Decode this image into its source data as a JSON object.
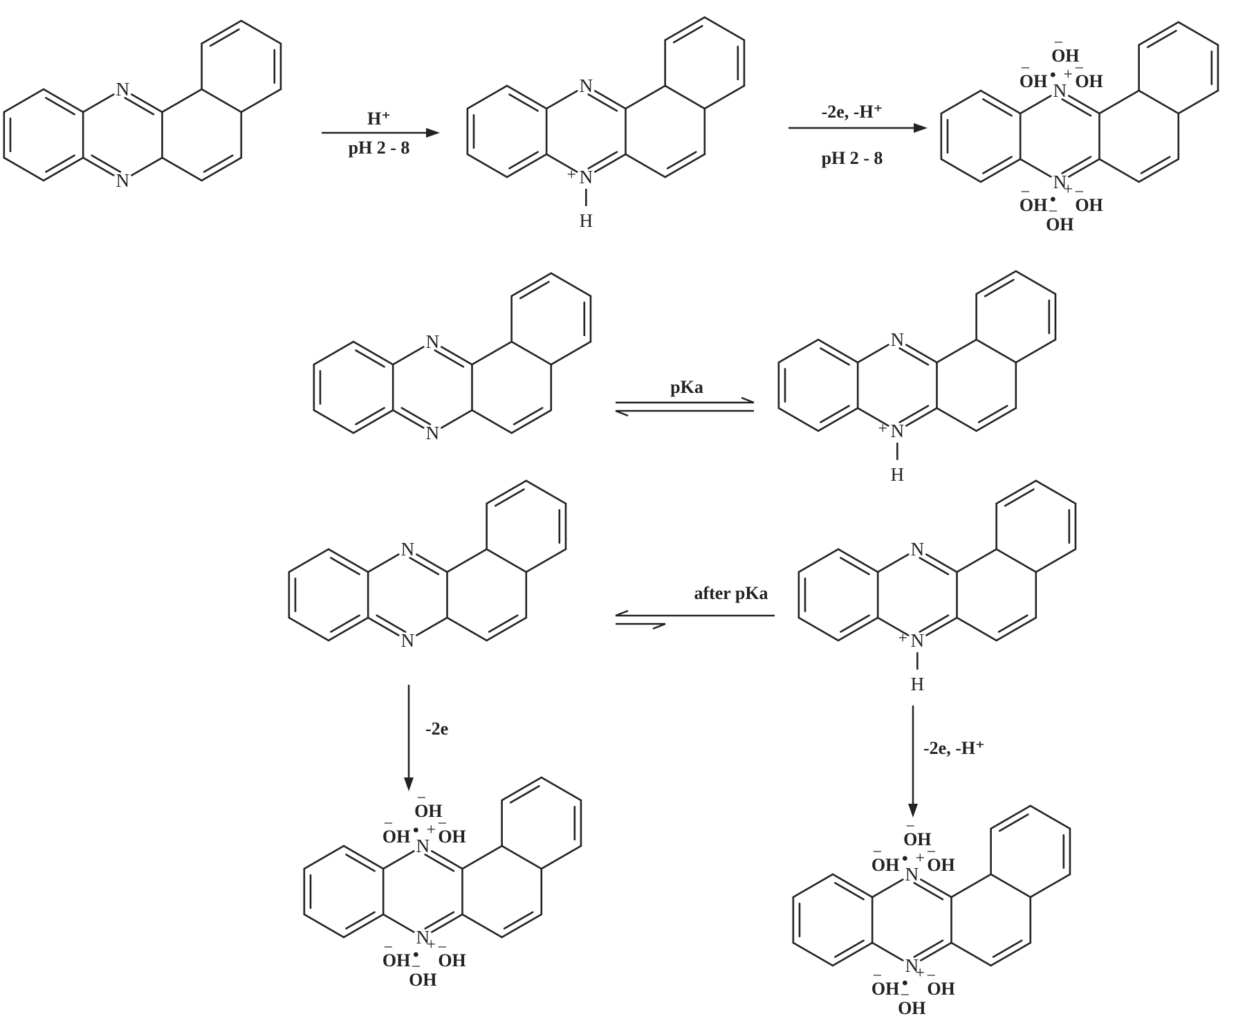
{
  "atoms": {
    "nitrogen": "N",
    "hydrogen": "H",
    "hydroxyl": "OH",
    "plus": "+",
    "minus": "−"
  },
  "top_scheme": {
    "step1_reagent": "H⁺",
    "step1_condition": "pH 2 - 8",
    "step2_reagent": "-2e, -H⁺",
    "step2_condition": "pH 2 - 8"
  },
  "equilibria": {
    "first_label": "pKa",
    "second_label": "after pKa"
  },
  "oxidation": {
    "left_label": "-2e",
    "right_label": "-2e, -H⁺"
  },
  "colors": {
    "ink": "#222222",
    "background": "#ffffff"
  }
}
